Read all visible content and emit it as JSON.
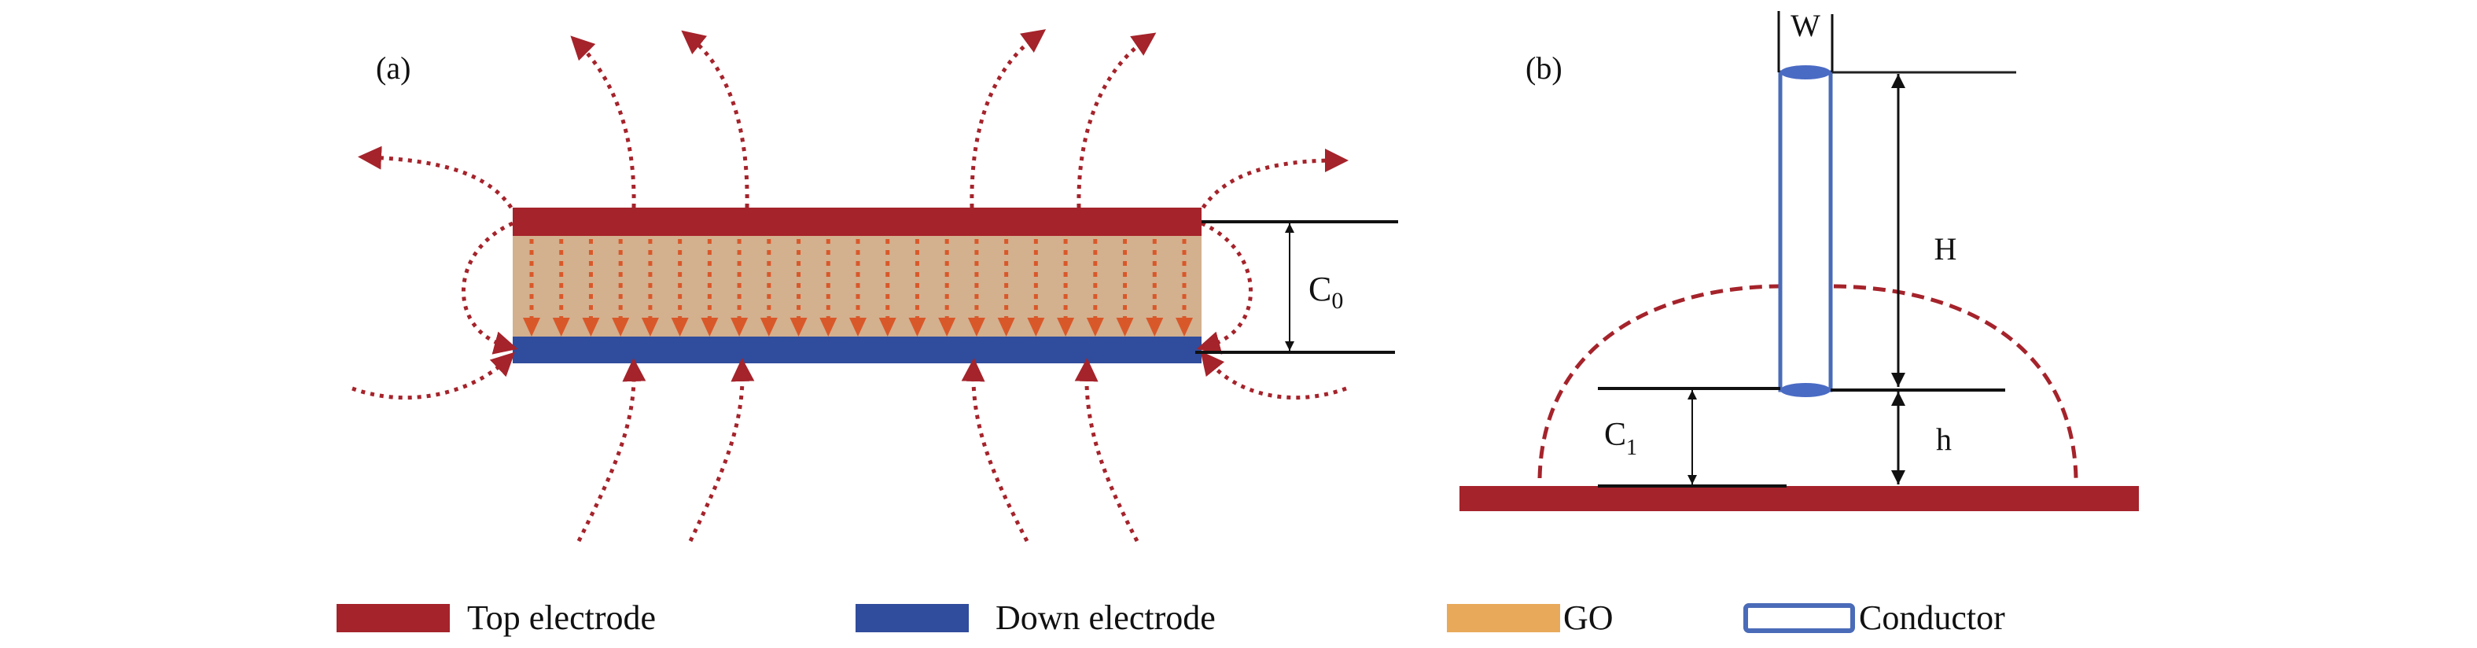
{
  "panels": {
    "a": {
      "label": "(a)",
      "capacitance_label": "C",
      "capacitance_sub": "0",
      "internal_field_arrow_count": 23
    },
    "b": {
      "label": "(b)",
      "width_label": "W",
      "height_label": "H",
      "gap_label": "h",
      "capacitance_label": "C",
      "capacitance_sub": "1"
    }
  },
  "legend": [
    {
      "label": "Top electrode",
      "kind": "fill",
      "color": "#a5232b"
    },
    {
      "label": "Down electrode",
      "kind": "fill",
      "color": "#304c9c"
    },
    {
      "label": "GO",
      "kind": "fill",
      "color": "#e9a95a"
    },
    {
      "label": "Conductor",
      "kind": "outline",
      "color": "#4a6bb8"
    }
  ],
  "colors": {
    "top_electrode": "#a5232b",
    "down_electrode": "#304c9c",
    "go_layer": "#d3b08e",
    "internal_field": "#d9582a",
    "fringe_field": "#a5232b",
    "conductor": "#4a6bb8",
    "conductor_cap": "#4a6bc4",
    "dimension": "#111111"
  }
}
